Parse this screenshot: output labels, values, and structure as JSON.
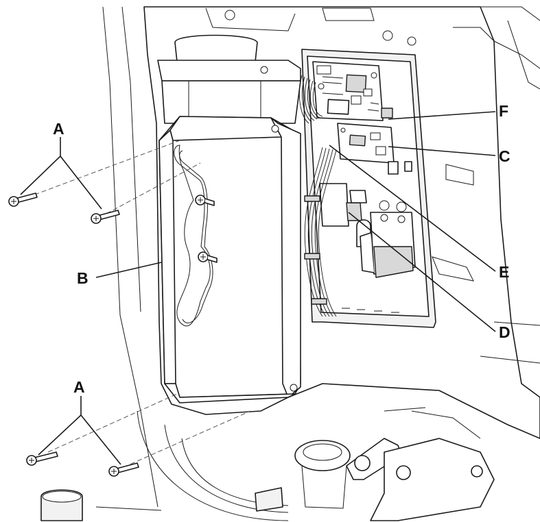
{
  "callouts": {
    "a_top": "A",
    "a_bottom": "A",
    "b": "B",
    "c": "C",
    "d": "D",
    "e": "E",
    "f": "F"
  },
  "colors": {
    "line": "#1a1a1a",
    "shade": "#d8d8d8",
    "background": "#ffffff"
  }
}
